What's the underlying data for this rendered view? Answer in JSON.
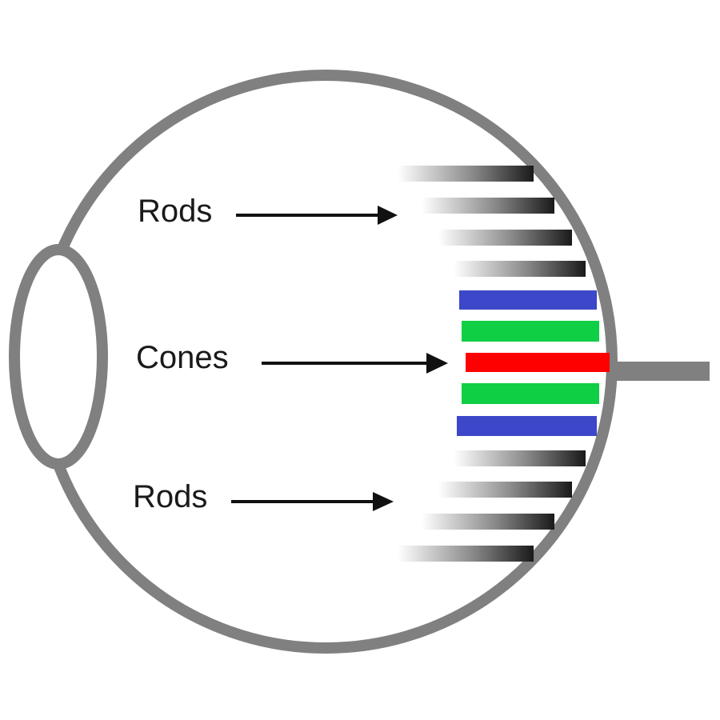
{
  "labels": {
    "rods_top": "Rods",
    "cones": "Cones",
    "rods_bottom": "Rods"
  },
  "colors": {
    "eye_outline": "#808080",
    "rod_dark": "#1a1a1a",
    "cone_blue": "#3d47c9",
    "cone_green": "#0fcf44",
    "cone_red": "#ff0000",
    "arrow": "#111111"
  },
  "cones_order": [
    "blue",
    "green",
    "red",
    "green",
    "blue"
  ]
}
